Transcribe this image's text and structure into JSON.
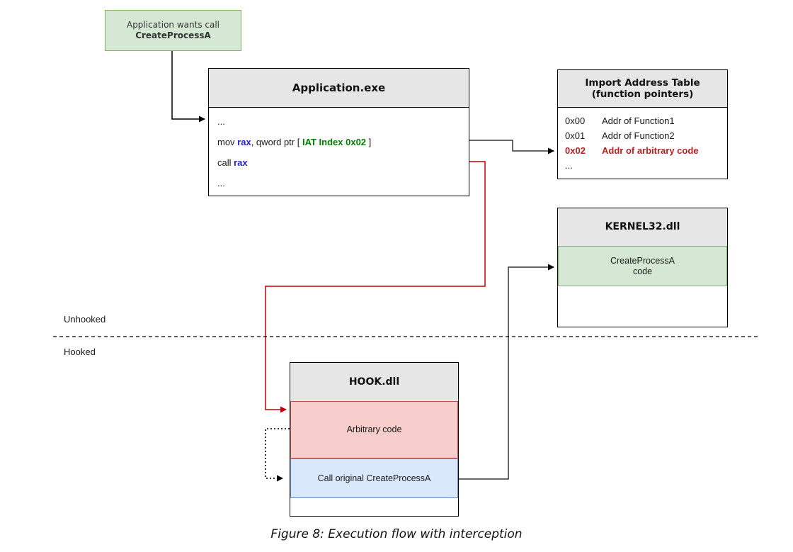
{
  "colors": {
    "green_fill": "#d5e8d4",
    "green_stroke": "#82b366",
    "red_fill": "#f8cecc",
    "red_stroke": "#b85450",
    "blue_fill": "#dae8fc",
    "blue_stroke": "#6c8ebf",
    "header_fill": "#e6e6e6",
    "arrow_black": "#000000",
    "arrow_red": "#c00000",
    "text_register_blue": "#2222cc",
    "text_iat_green": "#008000",
    "text_highlight_red": "#b22222"
  },
  "start_box": {
    "line1": "Application wants call",
    "line2": "CreateProcessA"
  },
  "application_box": {
    "title": "Application.exe",
    "ellipsis1": "...",
    "mov_pre": "mov ",
    "mov_reg": "rax",
    "mov_mid": ", qword ptr [ ",
    "mov_iat": "IAT Index 0x02",
    "mov_post": " ]",
    "call_pre": "call ",
    "call_reg": "rax",
    "ellipsis2": "..."
  },
  "iat_box": {
    "title_line1": "Import Address Table",
    "title_line2": "(function pointers)",
    "rows": [
      {
        "addr": "0x00",
        "value": "Addr of Function1",
        "highlight": false
      },
      {
        "addr": "0x01",
        "value": "Addr of Function2",
        "highlight": false
      },
      {
        "addr": "0x02",
        "value": "Addr of arbitrary code",
        "highlight": true
      },
      {
        "addr": "...",
        "value": "",
        "highlight": false
      }
    ]
  },
  "kernel_box": {
    "title": "KERNEL32.dll",
    "section_line1": "CreateProcessA",
    "section_line2": "code"
  },
  "hook_box": {
    "title": "HOOK.dll",
    "red_section": "Arbitrary code",
    "blue_section": "Call original CreateProcessA"
  },
  "zone_labels": {
    "unhooked": "Unhooked",
    "hooked": "Hooked"
  },
  "caption": "Figure 8: Execution flow with interception"
}
